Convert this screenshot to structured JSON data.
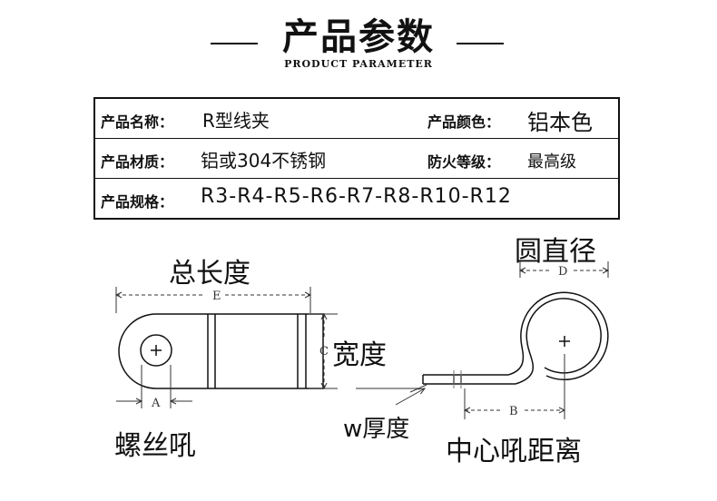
{
  "header": {
    "title": "产品参数",
    "subtitle": "PRODUCT PARAMETER"
  },
  "params": {
    "name_label": "产品名称：",
    "name_value": "R型线夹",
    "color_label": "产品颜色：",
    "color_value": "铝本色",
    "material_label": "产品材质：",
    "material_value": "铝或304不锈钢",
    "fire_label": "防火等级：",
    "fire_value": "最高级",
    "spec_label": "产品规格：",
    "spec_value": "R3-R4-R5-R6-R7-R8-R10-R12"
  },
  "diagram": {
    "total_length": "总长度",
    "width": "宽度",
    "screw_hole": "螺丝吼",
    "diameter": "圆直径",
    "thickness": "w厚度",
    "center_distance": "中心吼距离",
    "letters": {
      "e": "E",
      "c": "C",
      "a": "A",
      "d": "D",
      "b": "B"
    }
  }
}
